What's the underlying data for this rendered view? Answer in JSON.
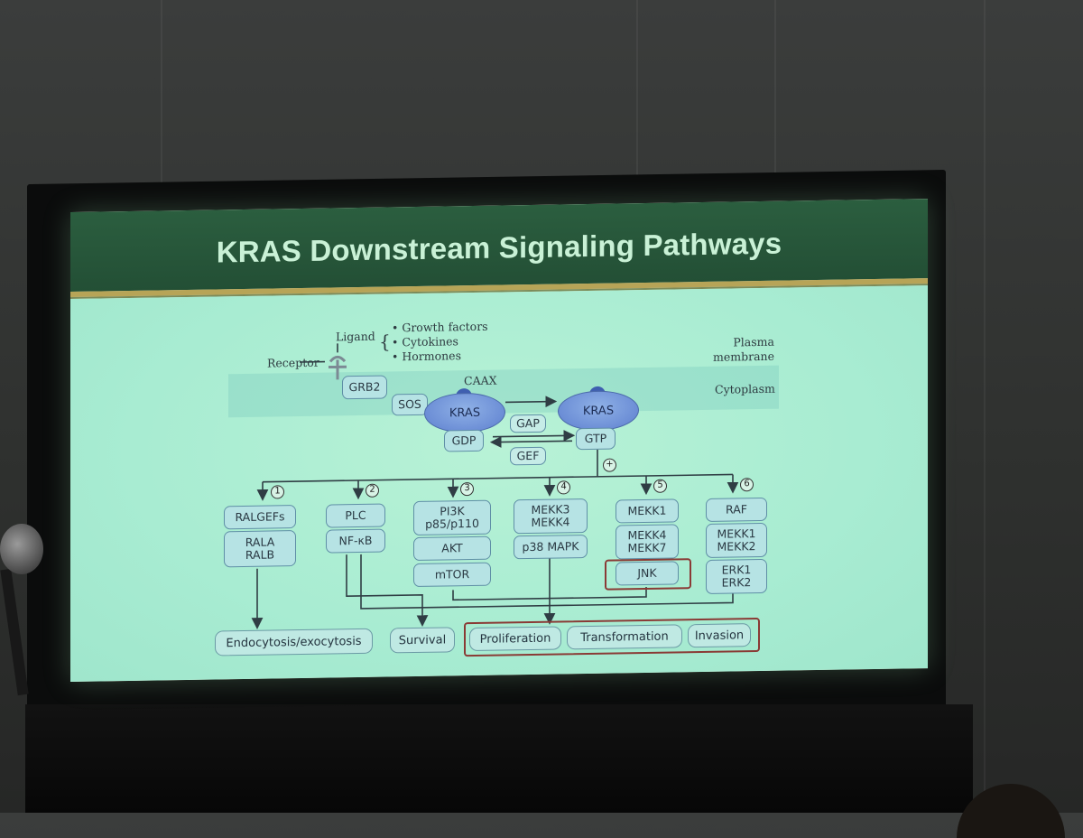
{
  "slide": {
    "title": "KRAS Downstream Signaling Pathways"
  },
  "diagram": {
    "ligand_label": "Ligand",
    "ligand_types": [
      "• Growth factors",
      "• Cytokines",
      "• Hormones"
    ],
    "receptor_label": "Receptor",
    "plasma_membrane_label": "Plasma\nmembrane",
    "cytoplasm_label": "Cytoplasm",
    "caax_label": "CAAX",
    "grb2": "GRB2",
    "sos": "SOS",
    "kras_left": "KRAS",
    "kras_right": "KRAS",
    "gdp": "GDP",
    "gtp": "GTP",
    "gap": "GAP",
    "gef": "GEF",
    "plus": "+",
    "steps": [
      "1",
      "2",
      "3",
      "4",
      "5",
      "6"
    ],
    "pathways": [
      {
        "nodes": [
          "RALGEFs",
          "RALA\nRALB"
        ]
      },
      {
        "nodes": [
          "PLC",
          "NF-κB"
        ]
      },
      {
        "nodes": [
          "PI3K\np85/p110",
          "AKT",
          "mTOR"
        ]
      },
      {
        "nodes": [
          "MEKK3\nMEKK4",
          "p38 MAPK"
        ]
      },
      {
        "nodes": [
          "MEKK1",
          "MEKK4\nMEKK7",
          "JNK"
        ]
      },
      {
        "nodes": [
          "RAF",
          "MEKK1\nMEKK2",
          "ERK1\nERK2"
        ]
      }
    ],
    "outcomes": [
      "Endocytosis/exocytosis",
      "Survival",
      "Proliferation",
      "Transformation",
      "Invasion"
    ]
  }
}
